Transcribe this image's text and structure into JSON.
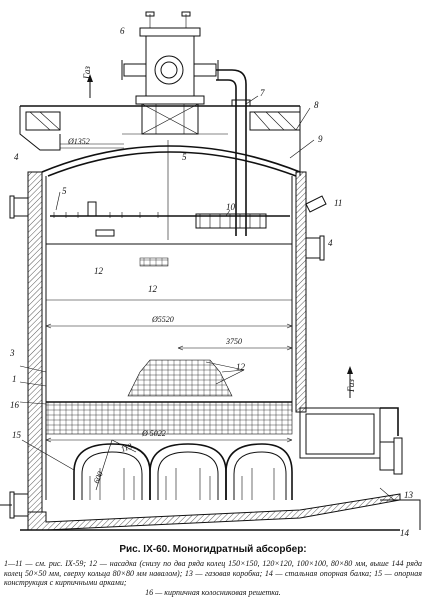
{
  "labels": {
    "n1": "1",
    "n3": "3",
    "n4a": "4",
    "n4b": "4",
    "n5a": "5",
    "n5b": "5",
    "n6": "6",
    "n7": "7",
    "n8": "8",
    "n9": "9",
    "n10": "10",
    "n11": "11",
    "n12a": "12",
    "n12b": "12",
    "n12c": "12",
    "n13": "13",
    "n14": "14",
    "n15": "15",
    "n16": "16"
  },
  "gas_left": "Газ",
  "gas_right": "Газ",
  "dims": {
    "d1352": "Ø1352",
    "d5520": "Ø5520",
    "d3750": "3750",
    "d5022": "Ø 5022",
    "d113": "113",
    "d600": "600"
  },
  "caption": {
    "title": "Рис. IX-60. Моногидратный абсорбер:",
    "body": "1—11 — см. рис. IX-59; 12 — насадка (снизу по два ряда колец 150×150, 120×120, 100×100, 80×80 мм, выше 144 ряда колец 50×50 мм, сверху кольца 80×80 мм навалом); 13 — газовая коробка; 14 — стальная опорная балка; 15 — опорная конструкция с кирпичными арками;",
    "tail": "16 — кирпичная колосниковая решетка."
  }
}
